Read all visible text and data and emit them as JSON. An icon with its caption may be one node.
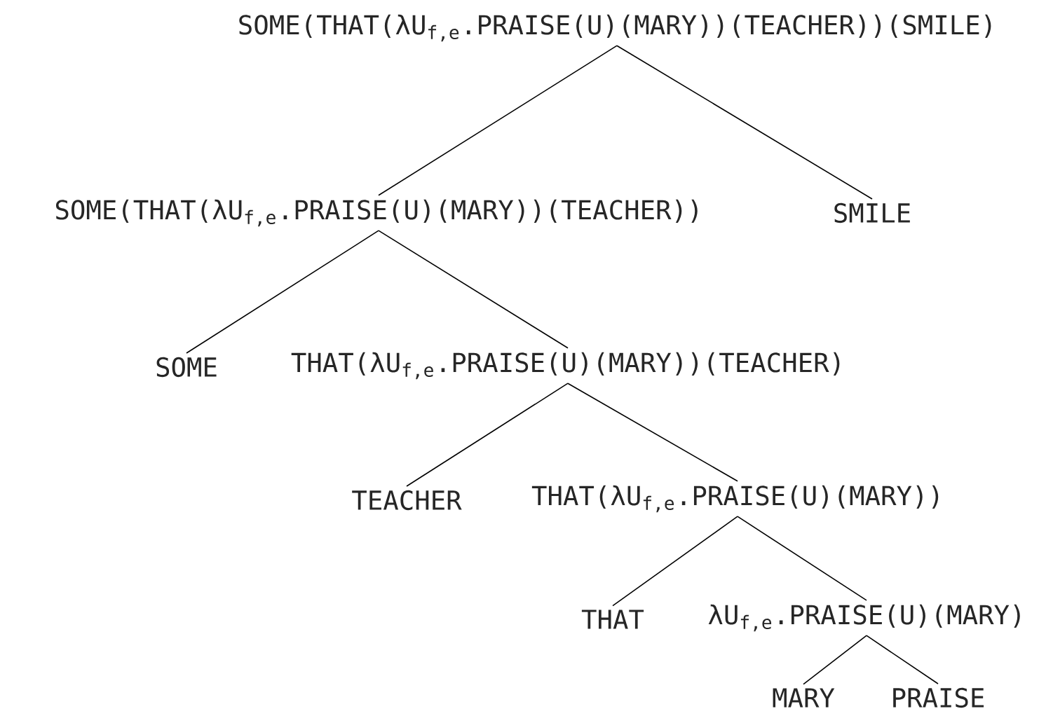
{
  "diagram": {
    "nodes": [
      {
        "text": [
          "SOME(THAT(λU$_{f,e}$.PRAISE(U)(MARY))(TEACHER))(SMILE)"
        ]
      },
      {
        "text": [
          "SOME(THAT(λU$_{f,e}$.PRAISE(U)(MARY))(TEACHER))"
        ]
      },
      {
        "text": [
          "SMILE"
        ]
      },
      {
        "text": [
          "SOME"
        ]
      },
      {
        "text": [
          "THAT(λU$_{f,e}$.PRAISE(U)(MARY))(TEACHER)"
        ]
      },
      {
        "text": [
          "TEACHER"
        ]
      },
      {
        "text": [
          "THAT(λU$_{f,e}$.PRAISE(U)(MARY))"
        ]
      },
      {
        "text": [
          "THAT"
        ]
      },
      {
        "text": [
          "λU$_{f,e}$.PRAISE(U)(MARY)"
        ]
      },
      {
        "text": [
          "MARY"
        ]
      },
      {
        "text": [
          "PRAISE"
        ]
      }
    ],
    "edges": [
      {
        "from": 0,
        "to": 1,
        "arrow": "none"
      },
      {
        "from": 0,
        "to": 2,
        "arrow": "none"
      },
      {
        "from": 1,
        "to": 3,
        "arrow": "none"
      },
      {
        "from": 1,
        "to": 4,
        "arrow": "none"
      },
      {
        "from": 4,
        "to": 5,
        "arrow": "none"
      },
      {
        "from": 4,
        "to": 6,
        "arrow": "none"
      },
      {
        "from": 6,
        "to": 7,
        "arrow": "none"
      },
      {
        "from": 6,
        "to": 8,
        "arrow": "none"
      },
      {
        "from": 8,
        "to": 9,
        "arrow": "none"
      },
      {
        "from": 8,
        "to": 10,
        "arrow": "none"
      }
    ]
  }
}
